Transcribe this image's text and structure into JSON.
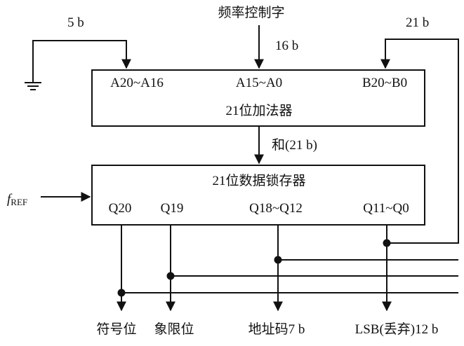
{
  "top": {
    "freq_control_word": "频率控制字",
    "width_a_high": "5 b",
    "width_a_low": "16 b",
    "width_b": "21 b"
  },
  "adder": {
    "port_a_high": "A20~A16",
    "port_a_low": "A15~A0",
    "port_b": "B20~B0",
    "title": "21位加法器"
  },
  "sum_label": "和(21 b)",
  "latch": {
    "title": "21位数据锁存器",
    "q20": "Q20",
    "q19": "Q19",
    "q18_12": "Q18~Q12",
    "q11_0": "Q11~Q0"
  },
  "clock": {
    "f": "f",
    "sub": "REF"
  },
  "outputs": {
    "sign": "符号位",
    "quadrant": "象限位",
    "address": "地址码7 b",
    "lsb": "LSB(丢弃)12 b"
  }
}
